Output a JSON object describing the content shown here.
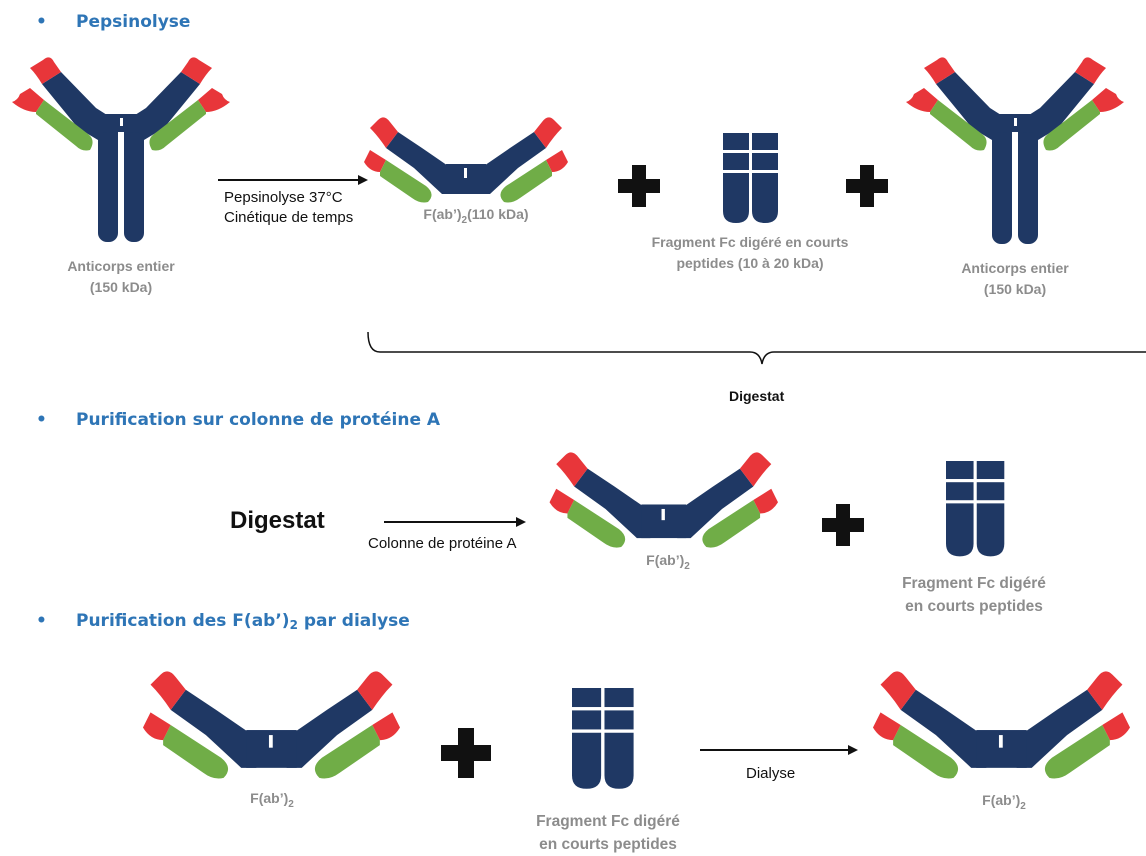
{
  "sections": {
    "s1": {
      "title": "Pepsinolyse"
    },
    "s2": {
      "title": "Purification sur colonne de protéine A"
    },
    "s3": {
      "title_before": "Purification des F(ab’)",
      "title_sub": "2",
      "title_after": " par dialyse"
    }
  },
  "bullet": "•",
  "row1": {
    "antibody_left": {
      "line1": "Anticorps entier",
      "line2": "(150 kDa)"
    },
    "arrow": {
      "line1": "Pepsinolyse 37°C",
      "line2": "Cinétique de temps"
    },
    "fab": {
      "prefix": "F(ab’)",
      "sub": "2",
      "suffix": "(110 kDa)"
    },
    "fc": {
      "line1": "Fragment Fc digéré en courts",
      "line2": "peptides (10 à 20 kDa)"
    },
    "antibody_right": {
      "line1": "Anticorps entier",
      "line2": "(150 kDa)"
    },
    "brace_label": "Digestat"
  },
  "row2": {
    "start": "Digestat",
    "arrow": "Colonne de protéine A",
    "fab": {
      "prefix": "F(ab’)",
      "sub": "2"
    },
    "fc": {
      "line1": "Fragment Fc digéré",
      "line2": "en courts peptides"
    }
  },
  "row3": {
    "fab_left": {
      "prefix": "F(ab’)",
      "sub": "2"
    },
    "fc": {
      "line1": "Fragment Fc digéré",
      "line2": "en courts peptides"
    },
    "arrow": "Dialyse",
    "fab_right": {
      "prefix": "F(ab’)",
      "sub": "2"
    }
  },
  "colors": {
    "heavy_chain": "#1F3864",
    "constant_light": "#70AD47",
    "variable": "#E8363A",
    "section_title": "#2E75B6",
    "caption": "#8C8C8C"
  }
}
